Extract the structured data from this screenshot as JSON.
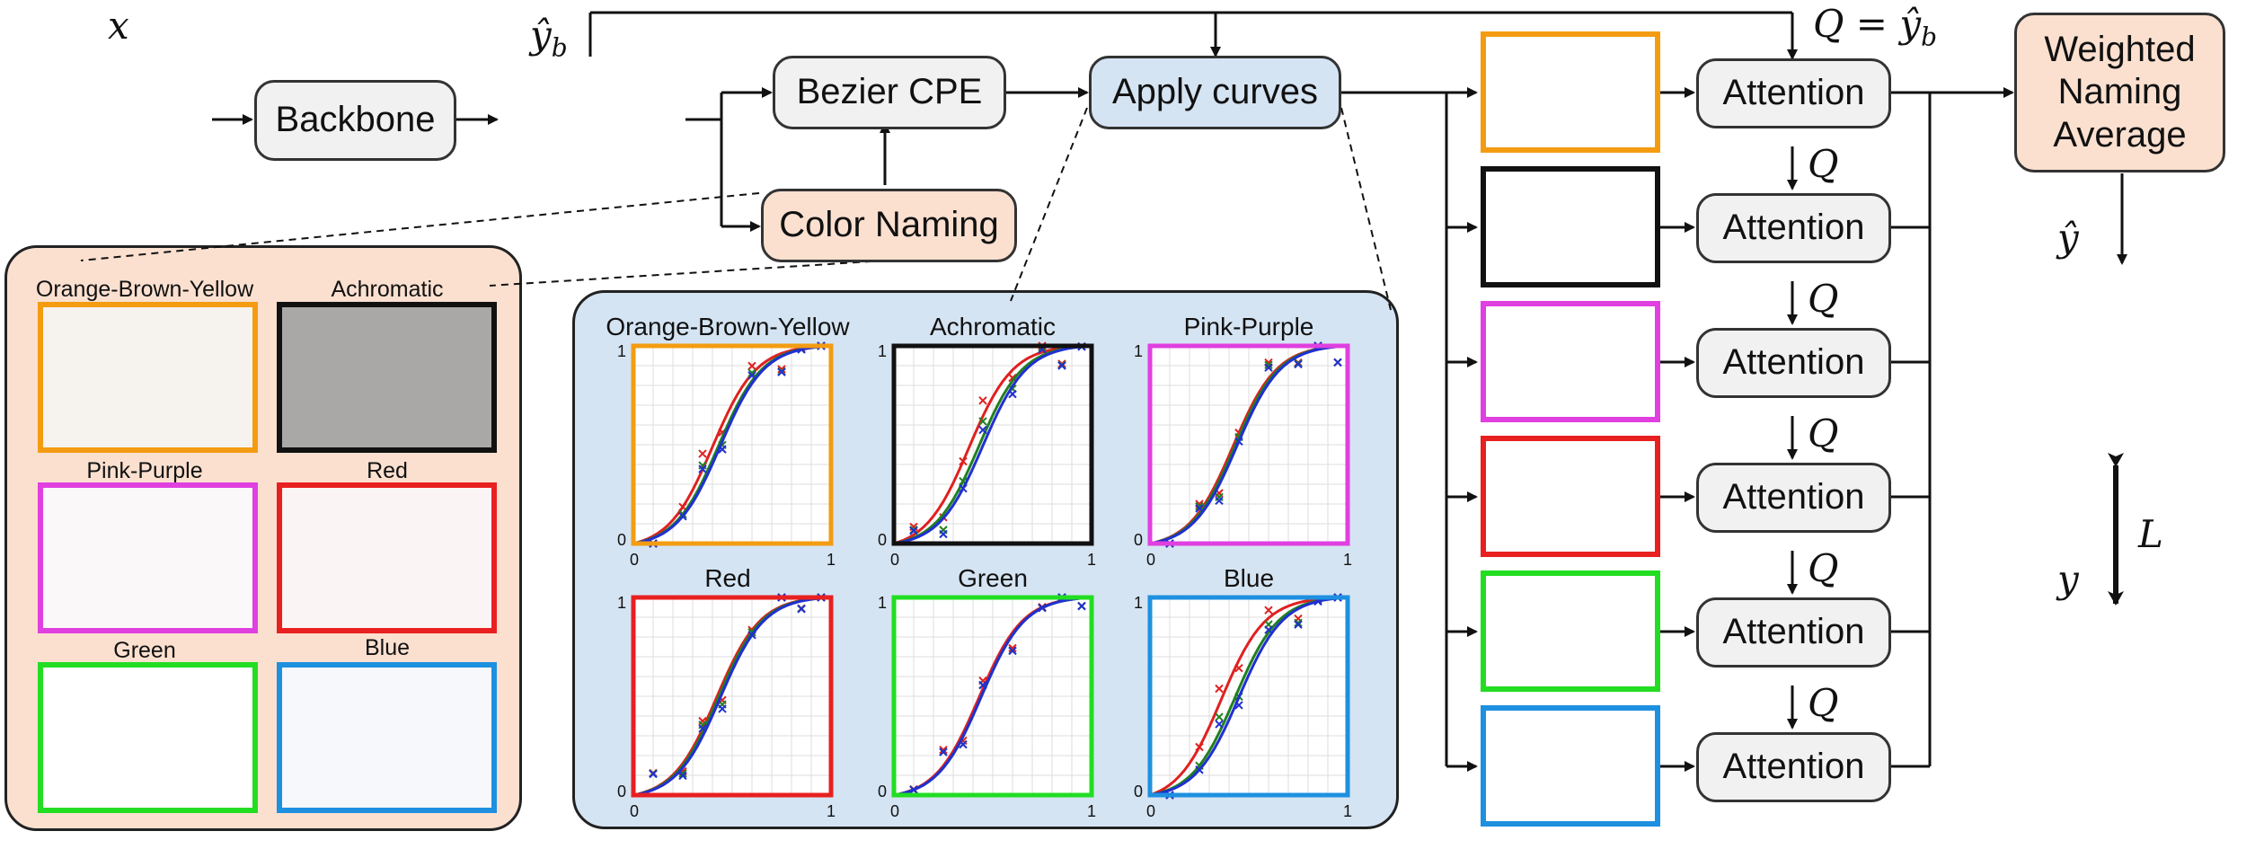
{
  "symbols": {
    "x": "x",
    "yb": "ŷ",
    "yb_sub": "b",
    "q_eq": "Q = ŷ",
    "q_sub": "b",
    "q": "Q",
    "yhat": "ŷ",
    "y": "y",
    "L": "L"
  },
  "blocks": {
    "backbone": "Backbone",
    "bezier": "Bezier CPE",
    "apply": "Apply curves",
    "naming": "Color Naming",
    "wna": "Weighted Naming Average",
    "attention": "Attention"
  },
  "masks": [
    {
      "label": "Orange-Brown-Yellow",
      "color": "#f39c12"
    },
    {
      "label": "Achromatic",
      "color": "#111111"
    },
    {
      "label": "Pink-Purple",
      "color": "#e040e0"
    },
    {
      "label": "Red",
      "color": "#e82020"
    },
    {
      "label": "Green",
      "color": "#22dd22"
    },
    {
      "label": "Blue",
      "color": "#1e90e0"
    }
  ],
  "plots": [
    {
      "title": "Orange-Brown-Yellow",
      "color": "#f39c12"
    },
    {
      "title": "Achromatic",
      "color": "#111111"
    },
    {
      "title": "Pink-Purple",
      "color": "#e040e0"
    },
    {
      "title": "Red",
      "color": "#e82020"
    },
    {
      "title": "Green",
      "color": "#22dd22"
    },
    {
      "title": "Blue",
      "color": "#1e90e0"
    }
  ],
  "axis_ticks": {
    "zero": "0",
    "one": "1"
  },
  "colors": {
    "gray_box": "#f1f1f1",
    "blue_box": "#d5e4f3",
    "peach_box": "#fbe0d0",
    "curve_red": "#e02020",
    "curve_green": "#208020",
    "curve_blue": "#2030d0"
  },
  "branch_frame_colors": [
    "#f39c12",
    "#111111",
    "#e040e0",
    "#e82020",
    "#22dd22",
    "#1e90e0"
  ]
}
